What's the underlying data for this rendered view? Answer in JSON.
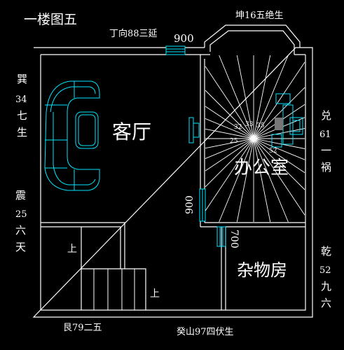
{
  "title": "一楼图五",
  "directions": {
    "top_left": "丁向88三延",
    "top_right": "坤16五绝生",
    "left_upper": [
      "巽",
      "34",
      "七",
      "生"
    ],
    "left_lower": [
      "震",
      "25",
      "六",
      "天"
    ],
    "right_upper": [
      "兑",
      "61",
      "一",
      "祸"
    ],
    "right_lower": [
      "乾",
      "52",
      "九",
      "六"
    ],
    "bottom_left": "艮79二五",
    "bottom_center": "癸山97四伏生"
  },
  "rooms": {
    "living": "客厅",
    "office": "办公室",
    "storage": "杂物房"
  },
  "dimensions": {
    "top_door": "900",
    "left_door": "900",
    "storage_door": "700"
  },
  "stairs": {
    "up_left": "上",
    "up_right": "上"
  },
  "compass_numbers": [
    "32",
    "33",
    "35",
    "25",
    "52"
  ],
  "colors": {
    "wall": "#ffffff",
    "furniture": "#00e5ff",
    "background": "#000000"
  }
}
